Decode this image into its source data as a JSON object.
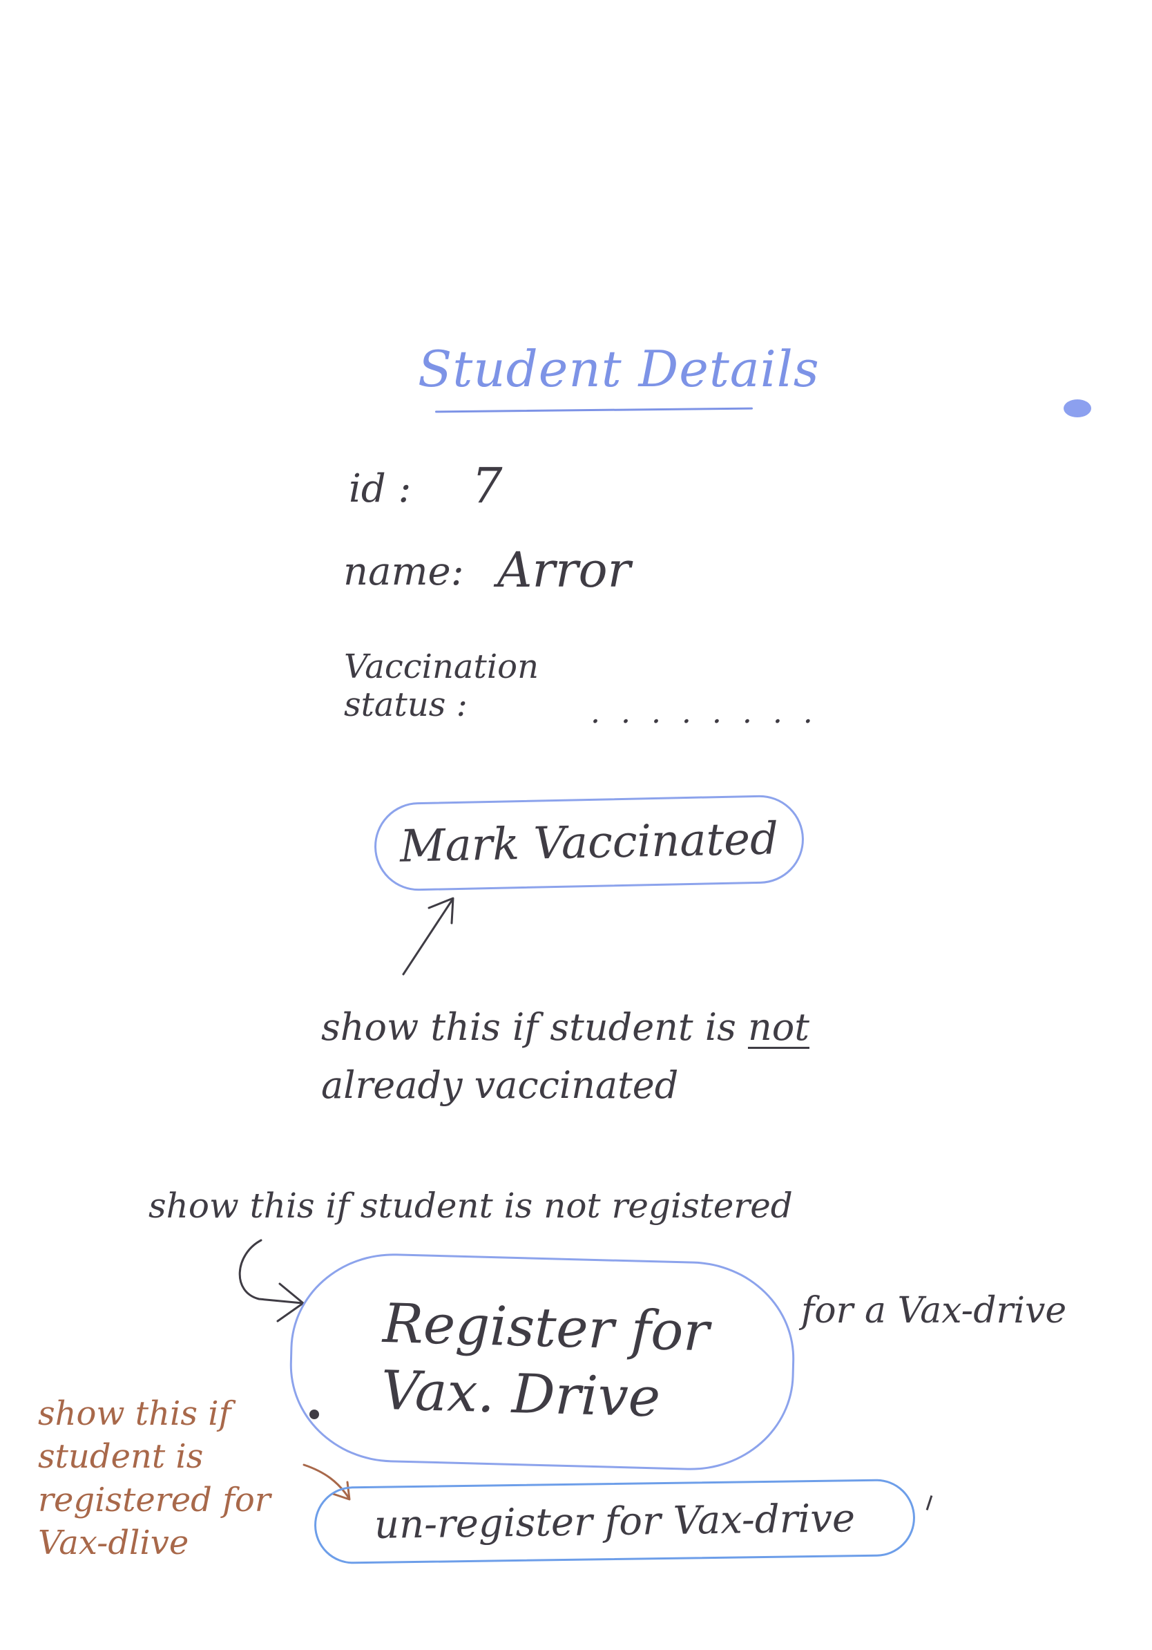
{
  "page": {
    "title": "Student Details"
  },
  "student": {
    "id_label": "id :",
    "id_value": "7",
    "name_label": "name:",
    "name_value": "Arror",
    "vaccination_label": "Vaccination status :",
    "vaccination_value": ". . . . . . . ."
  },
  "buttons": {
    "mark_vaccinated": "Mark Vaccinated",
    "register": "Register for Vax. Drive",
    "unregister": "un-register for Vax-drive"
  },
  "annotations": {
    "mark_vaccinated_note_start": "show this if student is ",
    "mark_vaccinated_note_emphasis": "not",
    "mark_vaccinated_note_end": " already vaccinated",
    "register_note": "show this if student is not registered",
    "register_note_tail": "for a Vax-drive",
    "unregister_note": "show this if student is registered for Vax-dlive"
  },
  "colors": {
    "blue_ink": "#7d93e6",
    "dark_ink": "#3f3c44",
    "brown_ink": "#a8684a",
    "background": "#ffffff"
  },
  "icons": [
    "arrow-up-right-icon",
    "curved-arrow-right-icon",
    "arrow-down-right-icon"
  ]
}
